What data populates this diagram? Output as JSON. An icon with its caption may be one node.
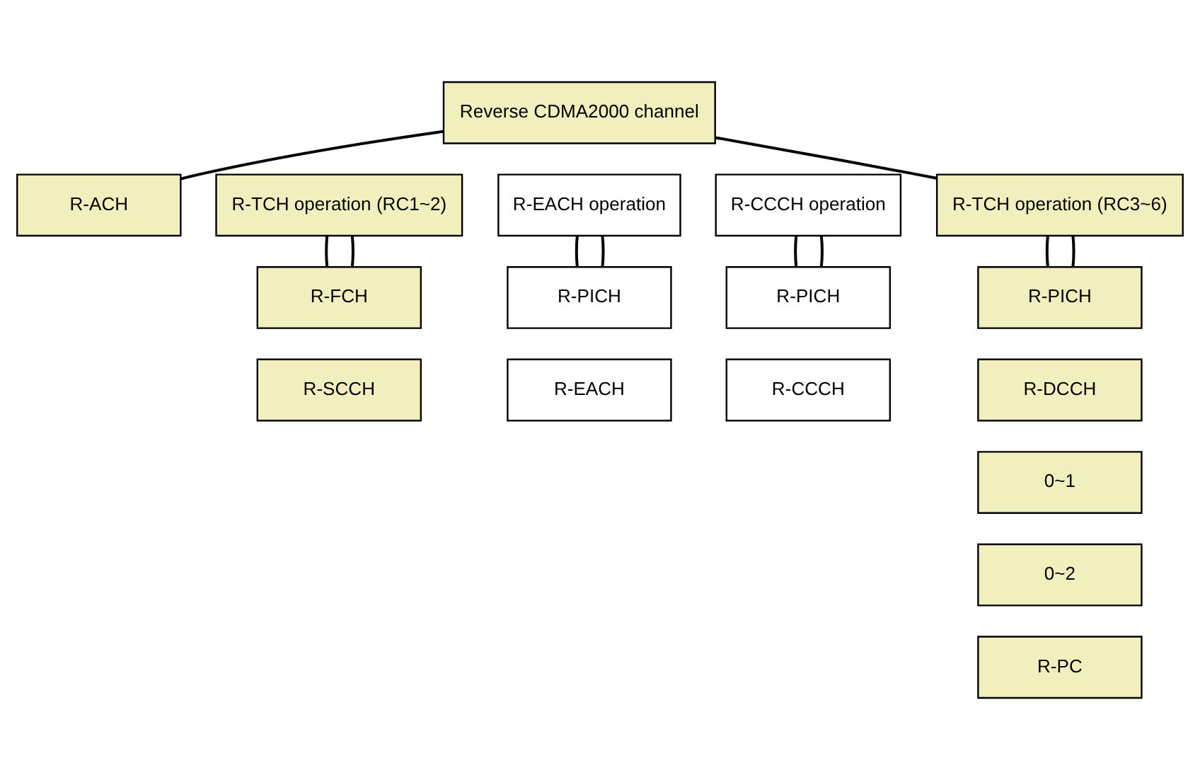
{
  "diagram": {
    "nodes": [
      {
        "text": [
          "Reverse CDMA2000 channel"
        ]
      },
      {
        "text": [
          "R-ACH"
        ]
      },
      {
        "text": [
          "R-TCH operation (RC1~2)"
        ]
      },
      {
        "text": [
          "R-EACH operation"
        ]
      },
      {
        "text": [
          "R-CCCH operation"
        ]
      },
      {
        "text": [
          "R-TCH operation (RC3~6)"
        ]
      },
      {
        "text": [
          "R-FCH"
        ]
      },
      {
        "text": [
          "R-SCCH"
        ]
      },
      {
        "text": [
          "R-PICH"
        ]
      },
      {
        "text": [
          "R-EACH"
        ]
      },
      {
        "text": [
          "R-PICH"
        ]
      },
      {
        "text": [
          "R-CCCH"
        ]
      },
      {
        "text": [
          "R-PICH"
        ]
      },
      {
        "text": [
          "R-DCCH"
        ]
      },
      {
        "text": [
          "0~1"
        ]
      },
      {
        "text": [
          "0~2"
        ]
      },
      {
        "text": [
          "R-PC"
        ]
      }
    ],
    "edges": [
      {
        "from": 0,
        "to": 1,
        "arrow": "none"
      },
      {
        "from": 0,
        "to": 5,
        "arrow": "none"
      },
      {
        "from": 2,
        "to": 6,
        "arrow": "none"
      },
      {
        "from": 2,
        "to": 6,
        "arrow": "none"
      },
      {
        "from": 3,
        "to": 8,
        "arrow": "none"
      },
      {
        "from": 3,
        "to": 8,
        "arrow": "none"
      },
      {
        "from": 4,
        "to": 10,
        "arrow": "none"
      },
      {
        "from": 4,
        "to": 10,
        "arrow": "none"
      },
      {
        "from": 5,
        "to": 12,
        "arrow": "none"
      },
      {
        "from": 5,
        "to": 12,
        "arrow": "none"
      }
    ]
  }
}
